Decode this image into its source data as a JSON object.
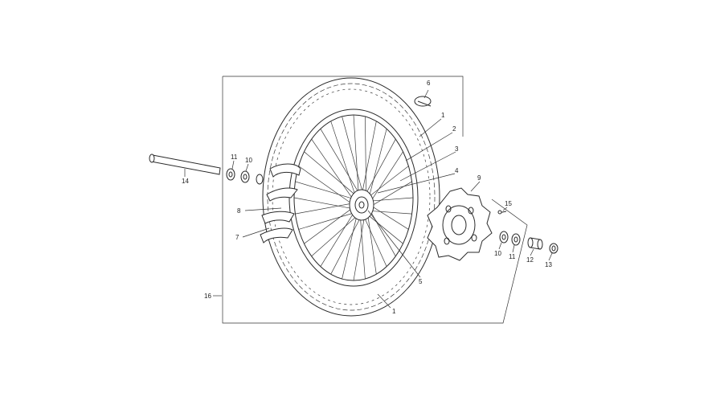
{
  "diagram": {
    "callouts": [
      {
        "id": "c1a",
        "text": "1"
      },
      {
        "id": "c1b",
        "text": "1"
      },
      {
        "id": "c2",
        "text": "2"
      },
      {
        "id": "c3",
        "text": "3"
      },
      {
        "id": "c4",
        "text": "4"
      },
      {
        "id": "c5",
        "text": "5"
      },
      {
        "id": "c6",
        "text": "6"
      },
      {
        "id": "c7",
        "text": "7"
      },
      {
        "id": "c8",
        "text": "8"
      },
      {
        "id": "c9",
        "text": "9"
      },
      {
        "id": "c10a",
        "text": "10"
      },
      {
        "id": "c10b",
        "text": "10"
      },
      {
        "id": "c11a",
        "text": "11"
      },
      {
        "id": "c11b",
        "text": "11"
      },
      {
        "id": "c12",
        "text": "12"
      },
      {
        "id": "c13",
        "text": "13"
      },
      {
        "id": "c14",
        "text": "14"
      },
      {
        "id": "c15",
        "text": "15"
      },
      {
        "id": "c16",
        "text": "16"
      }
    ]
  }
}
